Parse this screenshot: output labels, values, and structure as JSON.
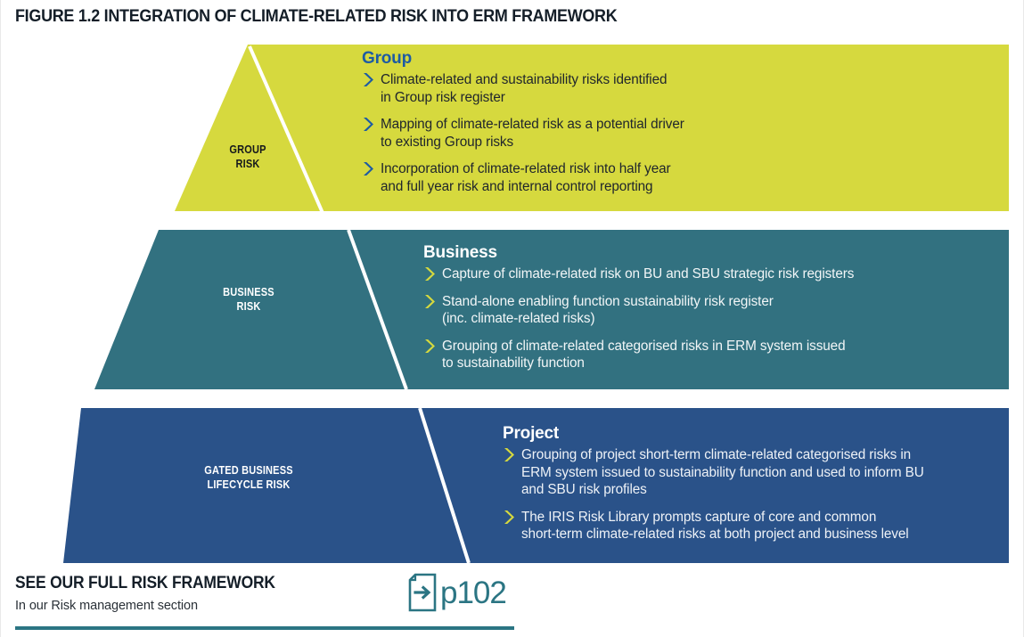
{
  "figure": {
    "title": "FIGURE 1.2 INTEGRATION OF CLIMATE-RELATED RISK INTO ERM FRAMEWORK"
  },
  "colors": {
    "tier_group": "#d6d93e",
    "tier_business": "#327180",
    "tier_project": "#2a5289",
    "accent_blue": "#1d5ba4",
    "accent_teal": "#2b7583",
    "text_dark": "#141e28",
    "white": "#ffffff"
  },
  "tiers": [
    {
      "id": "group",
      "left_label": "GROUP\nRISK",
      "heading": "Group",
      "bullets": [
        "Climate-related and sustainability risks identified\nin Group risk register",
        "Mapping of climate-related risk as a potential driver\nto existing Group risks",
        "Incorporation of climate-related risk into half year\nand full year risk and internal control reporting"
      ],
      "bullet_icon": "chevron-right-icon",
      "bullet_icon_color": "#1d5ba4",
      "fill": "#d6d93e"
    },
    {
      "id": "business",
      "left_label": "BUSINESS\nRISK",
      "heading": "Business",
      "bullets": [
        "Capture of climate-related risk on BU and SBU strategic risk registers",
        "Stand-alone enabling function sustainability risk register\n(inc. climate-related risks)",
        "Grouping of climate-related categorised risks in ERM system issued\nto sustainability function"
      ],
      "bullet_icon": "chevron-right-icon",
      "bullet_icon_color": "#d6d93e",
      "fill": "#327180"
    },
    {
      "id": "project",
      "left_label": "GATED BUSINESS\nLIFECYCLE RISK",
      "heading": "Project",
      "bullets": [
        "Grouping of project short-term climate-related categorised risks in\nERM system issued to sustainability function and used to inform BU\nand SBU risk profiles",
        "The IRIS Risk Library prompts capture of core and common\nshort-term climate-related risks at both project and business level"
      ],
      "bullet_icon": "chevron-right-icon",
      "bullet_icon_color": "#d6d93e",
      "fill": "#2a5289"
    }
  ],
  "footer": {
    "title": "SEE OUR FULL RISK FRAMEWORK",
    "subtitle": "In our Risk management section",
    "page_ref": "p102",
    "icon": "document-arrow-icon"
  }
}
